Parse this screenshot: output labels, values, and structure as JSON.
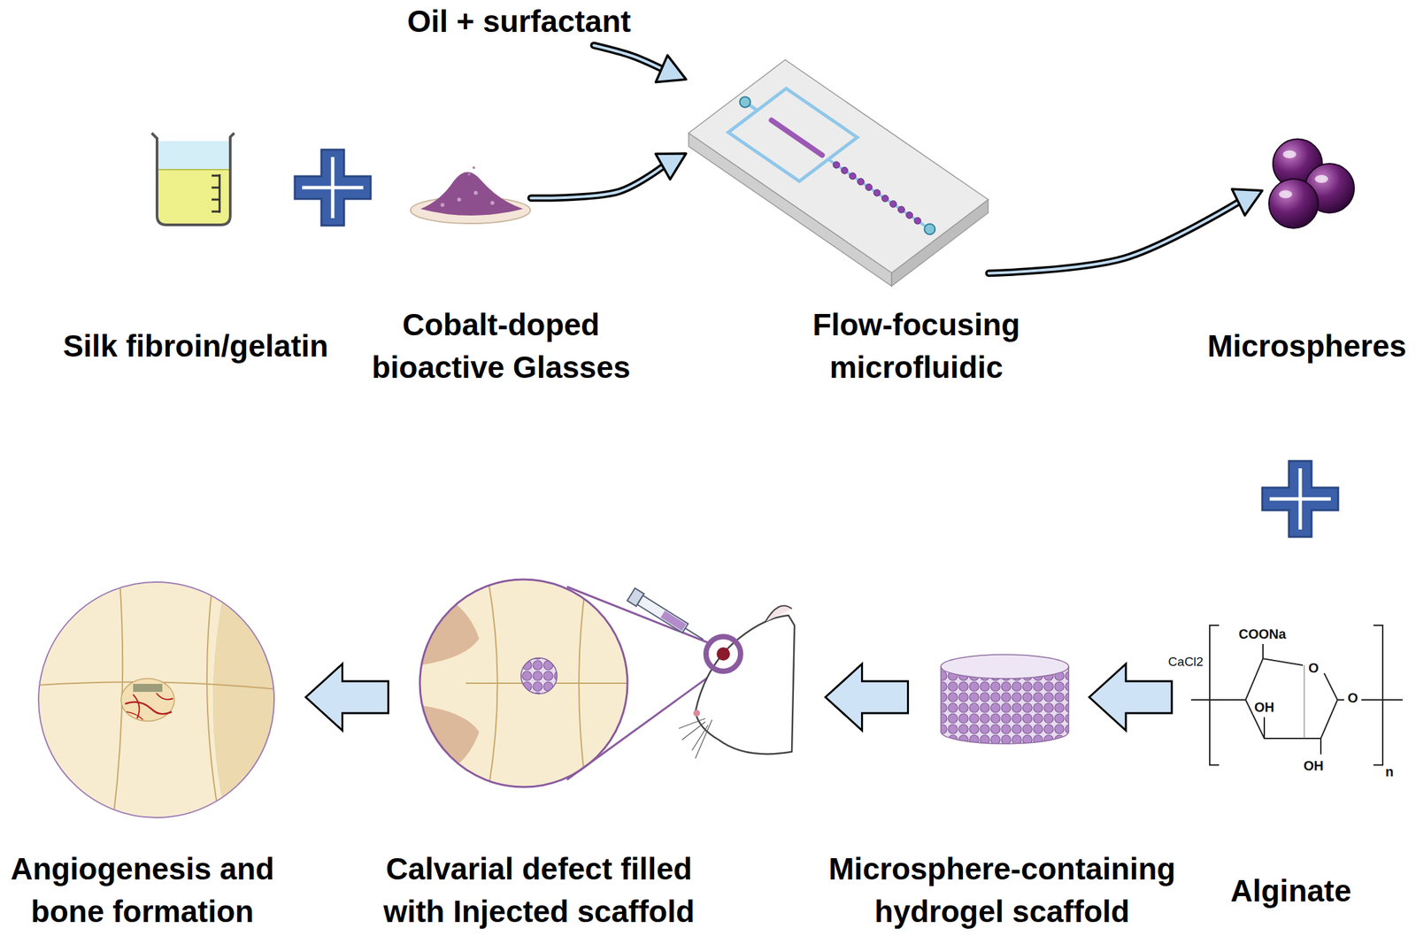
{
  "diagram": {
    "nodes": [
      {
        "text": [
          "Oil + surfactant"
        ]
      },
      {
        "text": [
          "Silk fibroin/gelatin"
        ]
      },
      {
        "text": [
          "Cobalt-doped bioactive Glasses"
        ]
      },
      {
        "text": [
          "Flow-focusing microfluidic"
        ]
      },
      {
        "text": [
          "Microspheres"
        ]
      },
      {
        "text": [
          "Alginate"
        ]
      },
      {
        "text": [
          "Microsphere-containing hydrogel scaffold"
        ]
      },
      {
        "text": [
          "Calvarial defect filled with Injected scaffold"
        ]
      },
      {
        "text": [
          "Angiogenesis and bone formation"
        ]
      }
    ],
    "edges": [
      {
        "from": 0,
        "to": 3,
        "arrow": "to"
      },
      {
        "from": 2,
        "to": 3,
        "arrow": "to"
      },
      {
        "from": 3,
        "to": 4,
        "arrow": "to"
      },
      {
        "from": 5,
        "to": 6,
        "label": "CaCl2",
        "arrow": "to"
      },
      {
        "from": 6,
        "to": 7,
        "arrow": "to"
      },
      {
        "from": 7,
        "to": 8,
        "arrow": "to"
      }
    ],
    "labels": [
      "COONa",
      "O",
      "OH",
      "OH",
      "O",
      "n"
    ]
  }
}
